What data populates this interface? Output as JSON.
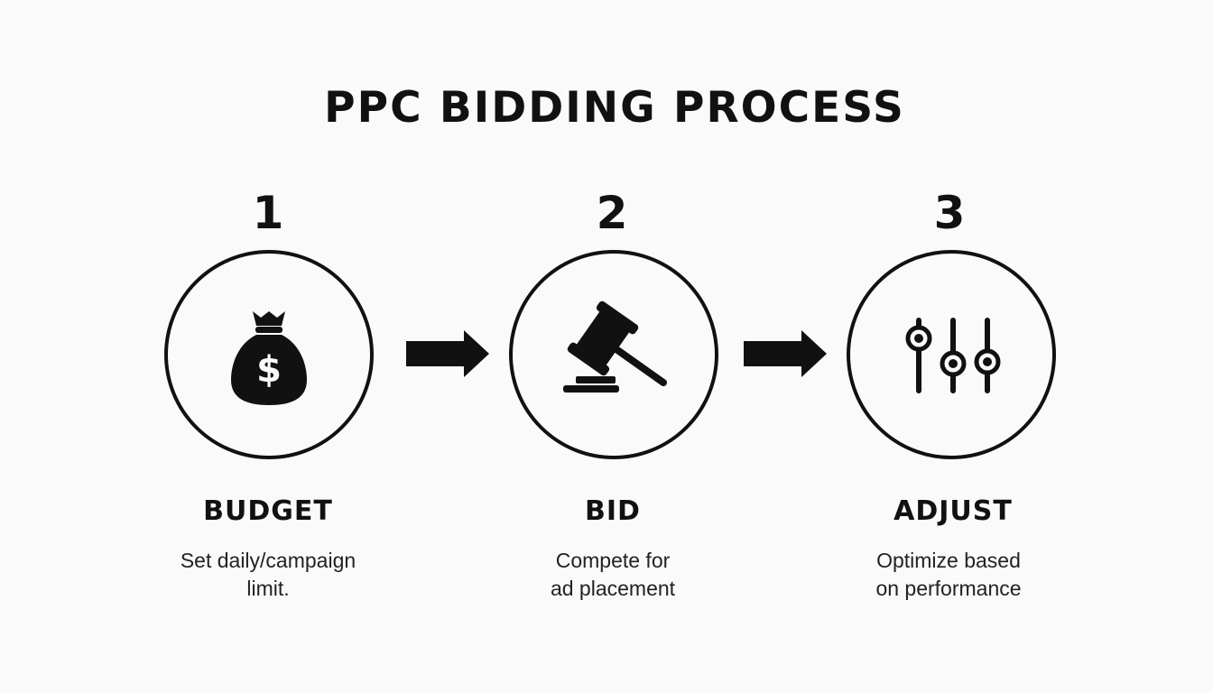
{
  "title": "PPC BIDDING PROCESS",
  "steps": [
    {
      "number": "1",
      "label": "BUDGET",
      "description_line1": "Set daily/campaign",
      "description_line2": "limit.",
      "icon": "money-bag-icon"
    },
    {
      "number": "2",
      "label": "BID",
      "description_line1": "Compete for",
      "description_line2": "ad placement",
      "icon": "gavel-icon"
    },
    {
      "number": "3",
      "label": "ADJUST",
      "description_line1": "Optimize based",
      "description_line2": "on performance",
      "icon": "sliders-icon"
    }
  ],
  "colors": {
    "background": "#fafafa",
    "foreground": "#111111"
  }
}
